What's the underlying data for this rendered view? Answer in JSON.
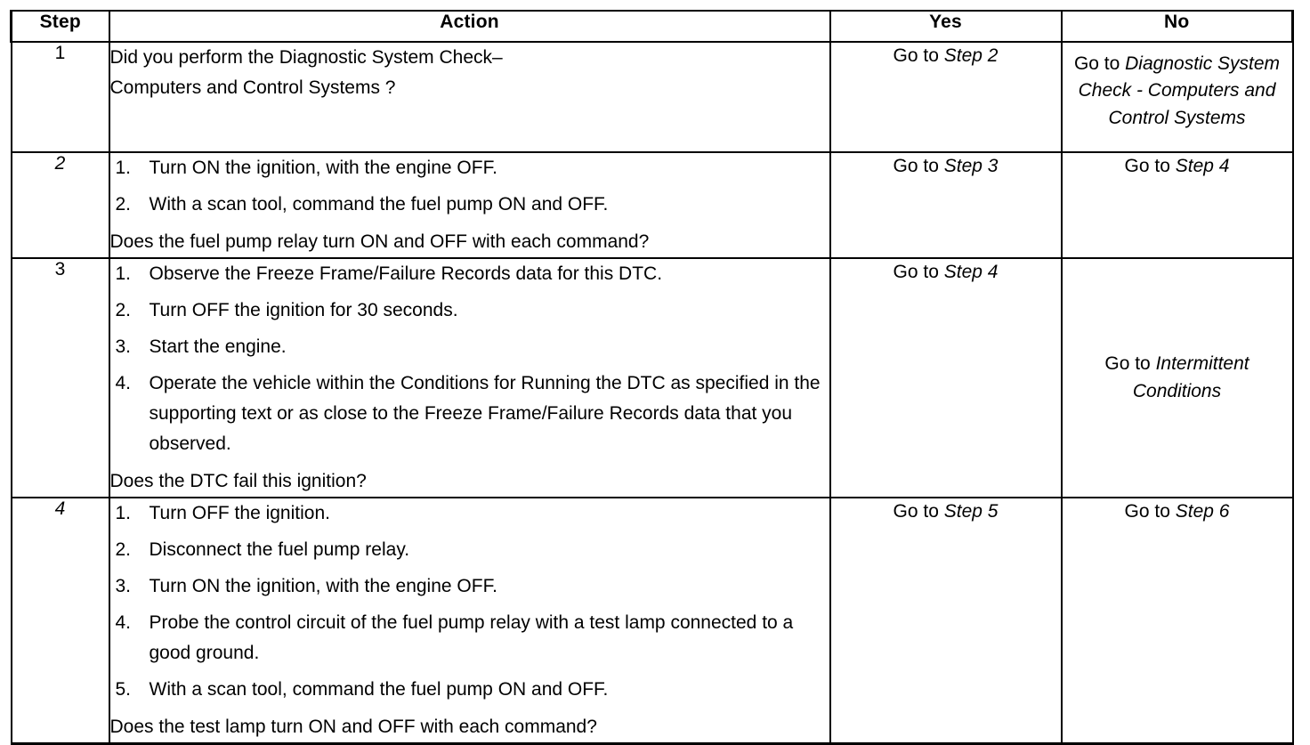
{
  "table": {
    "headers": {
      "step": "Step",
      "action": "Action",
      "yes": "Yes",
      "no": "No"
    },
    "rows": [
      {
        "step": "1",
        "step_italic": false,
        "lead": "Did you perform the Diagnostic System Check–\nComputers and Control Systems ?",
        "items": [],
        "question": "",
        "yes_prefix": "Go to ",
        "yes_ref": "Step 2",
        "yes_align": "bottom",
        "no_prefix": "Go to ",
        "no_ref": "Diagnostic System Check - Computers and Control Systems",
        "no_align": "top"
      },
      {
        "step": "2",
        "step_italic": true,
        "lead": "",
        "items": [
          {
            "marker": "1.",
            "text": "Turn ON the ignition, with the engine OFF."
          },
          {
            "marker": "2.",
            "text": "With a scan tool, command the fuel pump ON and OFF."
          }
        ],
        "question": "Does the fuel pump relay turn ON and OFF with each command?",
        "yes_prefix": "Go to ",
        "yes_ref": "Step 3",
        "yes_align": "bottom",
        "no_prefix": "Go to ",
        "no_ref": "Step 4",
        "no_align": "bottom"
      },
      {
        "step": "3",
        "step_italic": false,
        "lead": "",
        "items": [
          {
            "marker": "1.",
            "text": "Observe the Freeze Frame/Failure Records data for this DTC."
          },
          {
            "marker": "2.",
            "text": "Turn OFF the ignition for 30 seconds."
          },
          {
            "marker": "3.",
            "text": "Start the engine."
          },
          {
            "marker": "4.",
            "text": "Operate the vehicle within the Conditions for Running the DTC as specified in the supporting text or as close to the Freeze Frame/Failure Records data that you observed."
          }
        ],
        "question": "Does the DTC fail this ignition?",
        "yes_prefix": "Go to ",
        "yes_ref": "Step 4",
        "yes_align": "bottom",
        "no_prefix": "Go to ",
        "no_ref": "Intermittent Conditions",
        "no_align": "middle"
      },
      {
        "step": "4",
        "step_italic": true,
        "lead": "",
        "items": [
          {
            "marker": "1.",
            "text": "Turn OFF the ignition."
          },
          {
            "marker": "2.",
            "text": "Disconnect the fuel pump relay."
          },
          {
            "marker": "3.",
            "text": "Turn ON the ignition, with the engine OFF."
          },
          {
            "marker": "4.",
            "text": "Probe the control circuit of the fuel pump relay with a test lamp connected to a good ground."
          },
          {
            "marker": "5.",
            "text": "With a scan tool, command the fuel pump ON and OFF."
          }
        ],
        "question": "Does the test lamp turn ON and OFF with each command?",
        "yes_prefix": "Go to ",
        "yes_ref": "Step 5",
        "yes_align": "bottom",
        "no_prefix": "Go to ",
        "no_ref": "Step 6",
        "no_align": "bottom"
      }
    ]
  },
  "colors": {
    "border": "#000000",
    "text": "#000000",
    "background": "#ffffff"
  }
}
